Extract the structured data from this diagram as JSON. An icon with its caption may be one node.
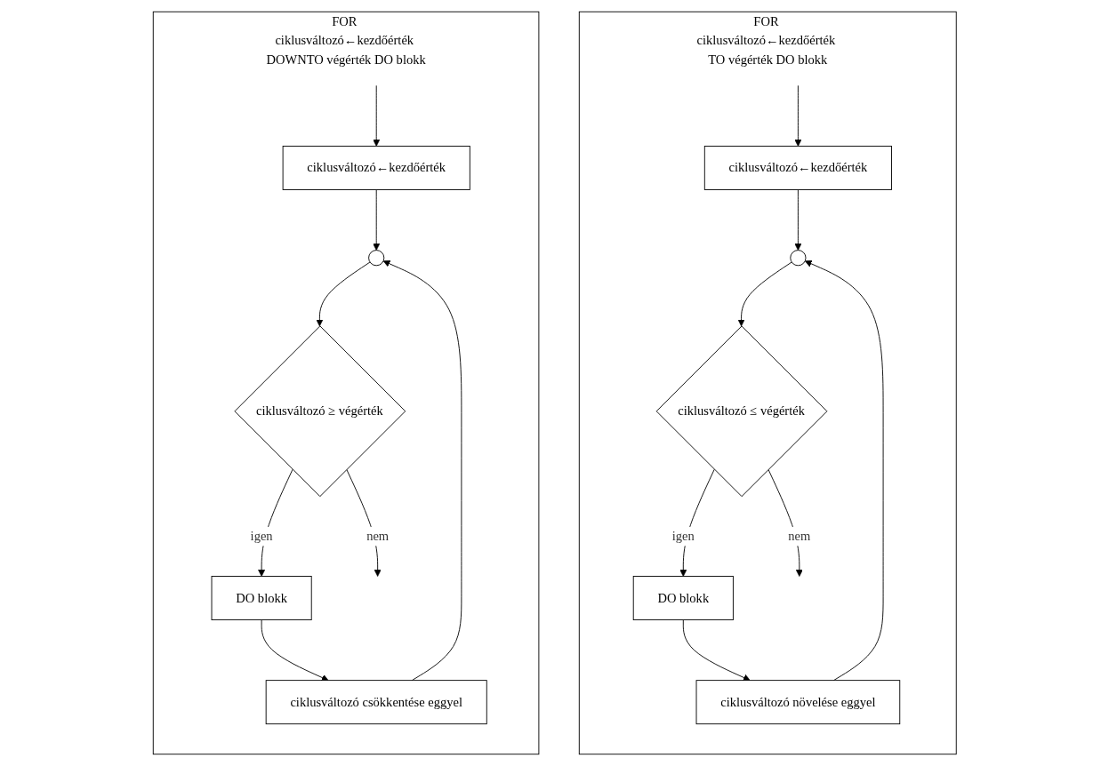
{
  "diagram": {
    "nodes": [
      {
        "text": [
          "FOR ciklusváltozó←kezdőérték TO végérték DO blokk"
        ]
      },
      {
        "text": [
          "ciklusváltozó←kezdőérték"
        ],
        "in": 0
      },
      {
        "text": [],
        "shape": "circle",
        "in": 0
      },
      {
        "text": [
          "ciklusváltozó ≤ végérték"
        ],
        "in": 0
      },
      {
        "text": [
          "DO blokk"
        ],
        "in": 0
      },
      {
        "text": [
          "ciklusváltozó növelése eggyel"
        ],
        "in": 0
      },
      {
        "text": [
          "FOR ciklusváltozó←kezdőérték DOWNTO végérték DO blokk"
        ]
      },
      {
        "text": [
          "ciklusváltozó←kezdőérték"
        ],
        "in": 6
      },
      {
        "text": [],
        "shape": "circle",
        "in": 6
      },
      {
        "text": [
          "ciklusváltozó ≥ végérték"
        ],
        "in": 6
      },
      {
        "text": [
          "DO blokk"
        ],
        "in": 6
      },
      {
        "text": [
          "ciklusváltozó csökkentése eggyel"
        ],
        "in": 6
      }
    ],
    "edges": [
      {
        "from": null,
        "to": 1,
        "arrow": "to"
      },
      {
        "from": 1,
        "to": 2,
        "arrow": "to"
      },
      {
        "from": 2,
        "to": 3,
        "arrow": "to"
      },
      {
        "from": 3,
        "to": 4,
        "arrow": "to",
        "label": "igen"
      },
      {
        "from": 4,
        "to": 5,
        "arrow": "to"
      },
      {
        "from": 5,
        "to": 2,
        "arrow": "to"
      },
      {
        "from": 3,
        "to": null,
        "arrow": "to",
        "label": "nem"
      },
      {
        "from": null,
        "to": 7,
        "arrow": "to"
      },
      {
        "from": 7,
        "to": 8,
        "arrow": "to"
      },
      {
        "from": 8,
        "to": 9,
        "arrow": "to"
      },
      {
        "from": 9,
        "to": 10,
        "arrow": "to",
        "label": "igen"
      },
      {
        "from": 10,
        "to": 11,
        "arrow": "to"
      },
      {
        "from": 11,
        "to": 8,
        "arrow": "to"
      },
      {
        "from": 9,
        "to": null,
        "arrow": "to",
        "label": "nem"
      }
    ]
  }
}
